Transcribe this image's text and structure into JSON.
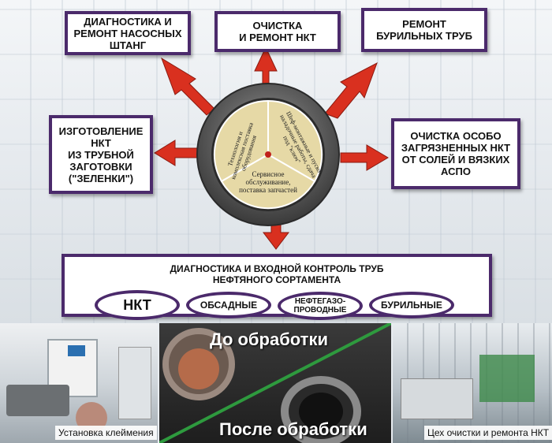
{
  "boxes": {
    "top_left": "ДИАГНОСТИКА И\nРЕМОНТ НАСОСНЫХ\nШТАНГ",
    "top_center": "ОЧИСТКА\nИ РЕМОНТ НКТ",
    "top_right": "РЕМОНТ\nБУРИЛЬНЫХ ТРУБ",
    "mid_left": "ИЗГОТОВЛЕНИЕ\nНКТ\nИЗ ТРУБНОЙ\nЗАГОТОВКИ\n(\"ЗЕЛЕНКИ\")",
    "mid_right": "ОЧИСТКА ОСОБО\nЗАГРЯЗНЕННЫХ НКТ\nОТ СОЛЕЙ И ВЯЗКИХ\nАСПО"
  },
  "circle": {
    "segment_left": "Технология и комплексная поставка оборудования",
    "segment_right": "Шеф-монтажные и пуско-наладочные работы, сдача под \"ключ\"",
    "segment_bottom": "Сервисное\nобслуживание,\nпоставка запчастей"
  },
  "bottom_box": {
    "title": "ДИАГНОСТИКА И ВХОДНОЙ КОНТРОЛЬ ТРУБ\nНЕФТЯНОГО СОРТАМЕНТА",
    "pills": [
      "НКТ",
      "ОБСАДНЫЕ",
      "НЕФТЕГАЗО-\nПРОВОДНЫЕ",
      "БУРИЛЬНЫЕ"
    ]
  },
  "photos": {
    "left_caption": "Установка клеймения",
    "center_top_caption": "До обработки",
    "center_bottom_caption": "После обработки",
    "right_caption": "Цех очистки и ремонта НКТ"
  },
  "colors": {
    "frame": "#4b2a6b",
    "arrow": "#d9301f",
    "segment": "#e6d9a6",
    "diagonal": "#2e9a3e"
  }
}
